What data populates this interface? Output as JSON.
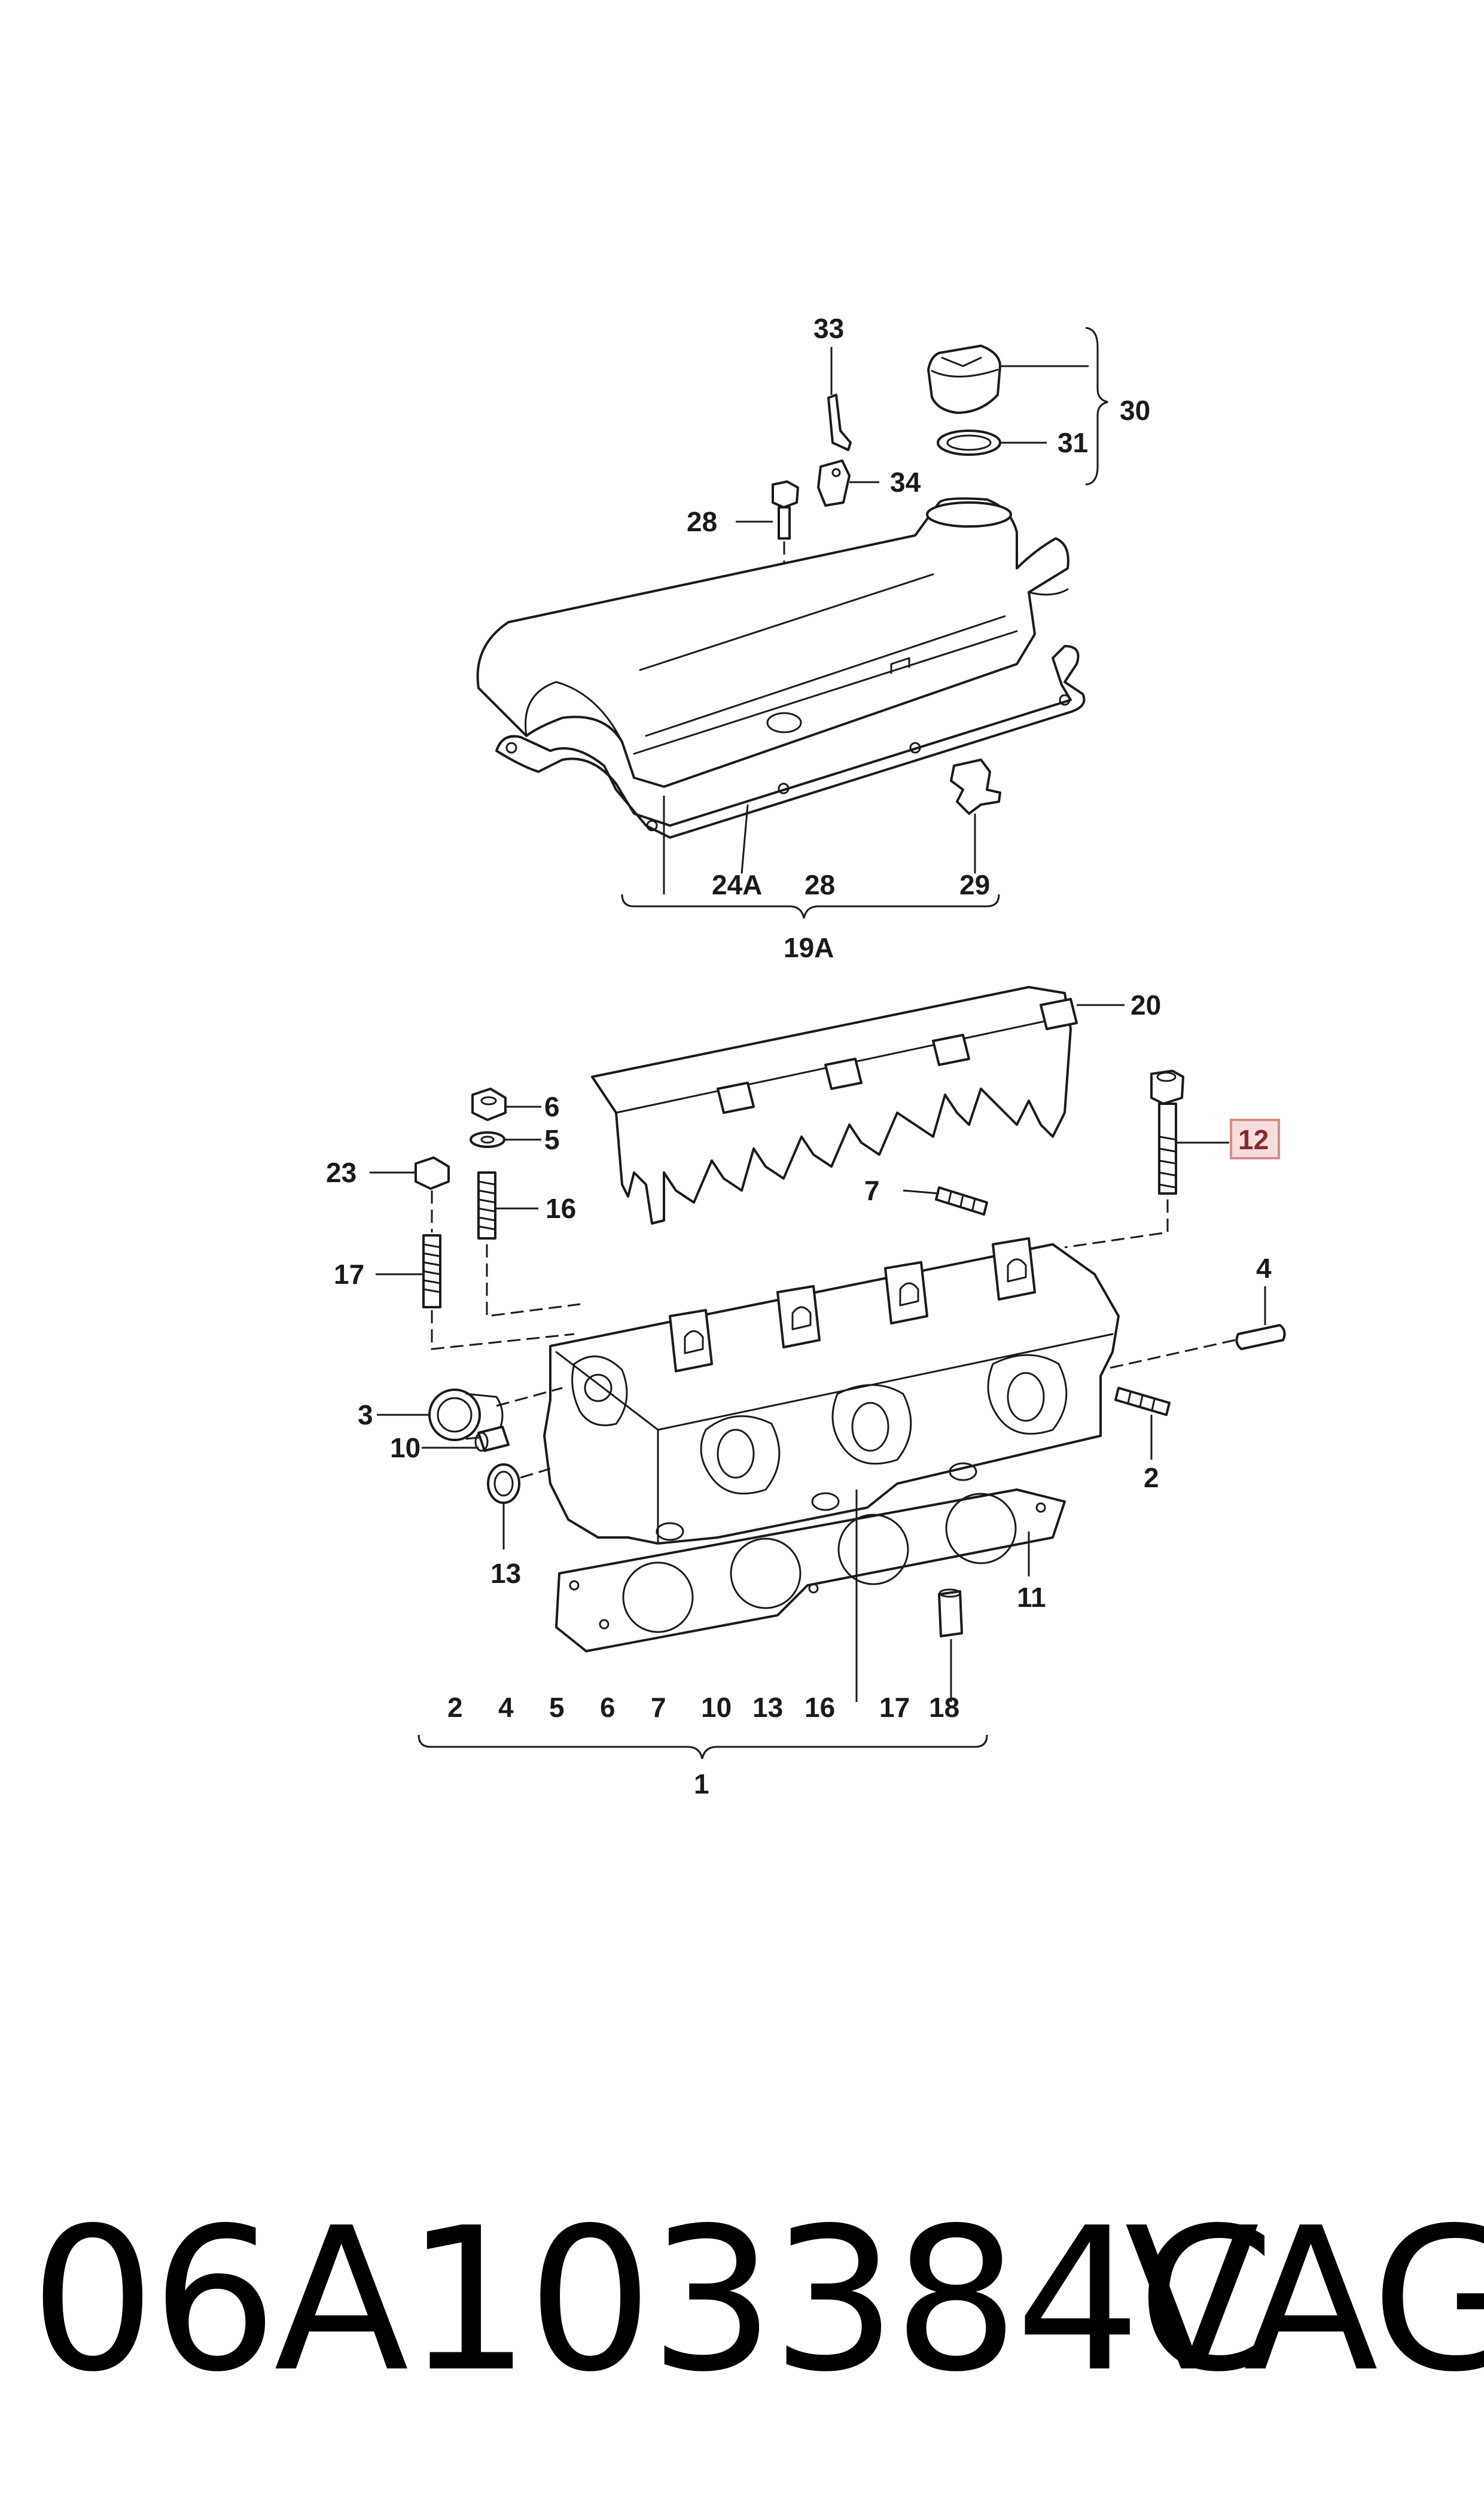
{
  "diagram": {
    "labels": {
      "l33": "33",
      "l30": "30",
      "l31": "31",
      "l34": "34",
      "l28a": "28",
      "l24a": "24A",
      "l28b": "28",
      "l29": "29",
      "l19a": "19A",
      "l20": "20",
      "l6": "6",
      "l5": "5",
      "l23": "23",
      "l16": "16",
      "l12": "12",
      "l7": "7",
      "l17": "17",
      "l4": "4",
      "l3": "3",
      "l10": "10",
      "l2": "2",
      "l13": "13",
      "l11": "11",
      "l1": "1"
    },
    "group1_labels": [
      "2",
      "4",
      "5",
      "6",
      "7",
      "10",
      "13",
      "16",
      "17",
      "18"
    ],
    "highlight_color": "#d98a8a"
  },
  "footer": {
    "part_number": "06A103384C",
    "brand": "VAG"
  }
}
